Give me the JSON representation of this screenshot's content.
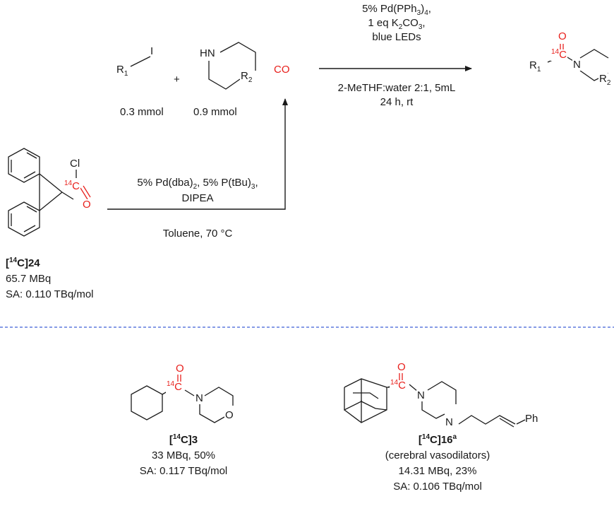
{
  "reaction": {
    "r1i": "R",
    "r1i_sub": "1",
    "iodine": "I",
    "plus": "+",
    "hn": "HN",
    "r2": "R",
    "r2_sub": "2",
    "co": "CO",
    "r1i_amount": "0.3 mmol",
    "amine_amount": "0.9 mmol",
    "conditions_top": [
      "5% Pd(PPh",
      "3",
      ")",
      "4",
      ","
    ],
    "cond_line2": [
      "1 eq K",
      "2",
      "CO",
      "3",
      ","
    ],
    "cond_line3": "blue LEDs",
    "cond_bottom1": "2-MeTHF:water 2:1, 5mL",
    "cond_bottom2": "24 h, rt",
    "product_o": "O",
    "product_c_iso": "14",
    "product_c": "C",
    "product_n": "N",
    "product_r1": "R",
    "product_r1_sub": "1",
    "product_r2": "R",
    "product_r2_sub": "2"
  },
  "precursor": {
    "cl": "Cl",
    "c_iso": "14",
    "c": "C",
    "o": "O",
    "label_iso": "14",
    "label_main": "C]24",
    "activity": "65.7 MBq",
    "sa": "SA: 0.110 TBq/mol",
    "cond_line1": [
      "5% Pd(dba)",
      "2",
      ", 5% P(tBu)",
      "3",
      ","
    ],
    "cond_line2": "DIPEA",
    "cond_bottom": "Toluene, 70 °C"
  },
  "products": [
    {
      "o": "O",
      "c_iso": "14",
      "c": "C",
      "n": "N",
      "o2": "O",
      "label_iso": "14",
      "label_main": "C]3",
      "line1": "33 MBq, 50%",
      "line2": "SA: 0.117 TBq/mol"
    },
    {
      "o": "O",
      "c_iso": "14",
      "c": "C",
      "n1": "N",
      "n2": "N",
      "ph": "Ph",
      "label_iso": "14",
      "label_main": "C]16",
      "label_note": "a",
      "line1": "(cerebral vasodilators)",
      "line2": "14.31 MBq, 23%",
      "line3": "SA: 0.106 TBq/mol"
    }
  ],
  "colors": {
    "isotope": "#e8201c",
    "ink": "#1a1a1a",
    "divider": "#3d5fd6"
  }
}
